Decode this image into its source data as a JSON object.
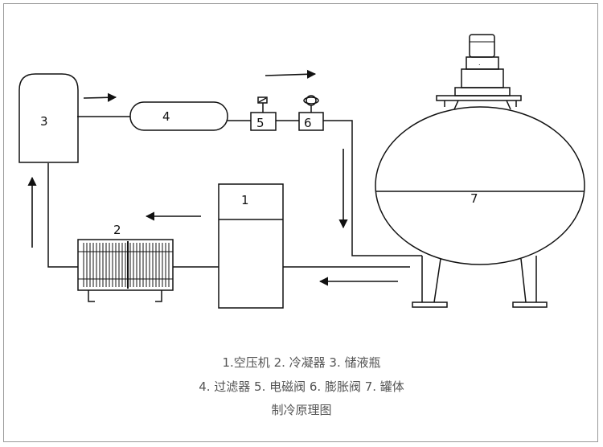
{
  "components": {
    "compressor": "1",
    "condenser": "2",
    "receiver": "3",
    "filter": "4",
    "solenoid_valve": "5",
    "expansion_valve": "6",
    "tank": "7"
  },
  "caption": {
    "line1": "1.空压机  2. 冷凝器  3. 储液瓶",
    "line2": "4. 过滤器   5. 电磁阀    6. 膨胀阀  7. 罐体",
    "line3": "制冷原理图"
  },
  "colors": {
    "line": "#111111",
    "caption": "#555555",
    "frame": "#9a9a9a"
  }
}
